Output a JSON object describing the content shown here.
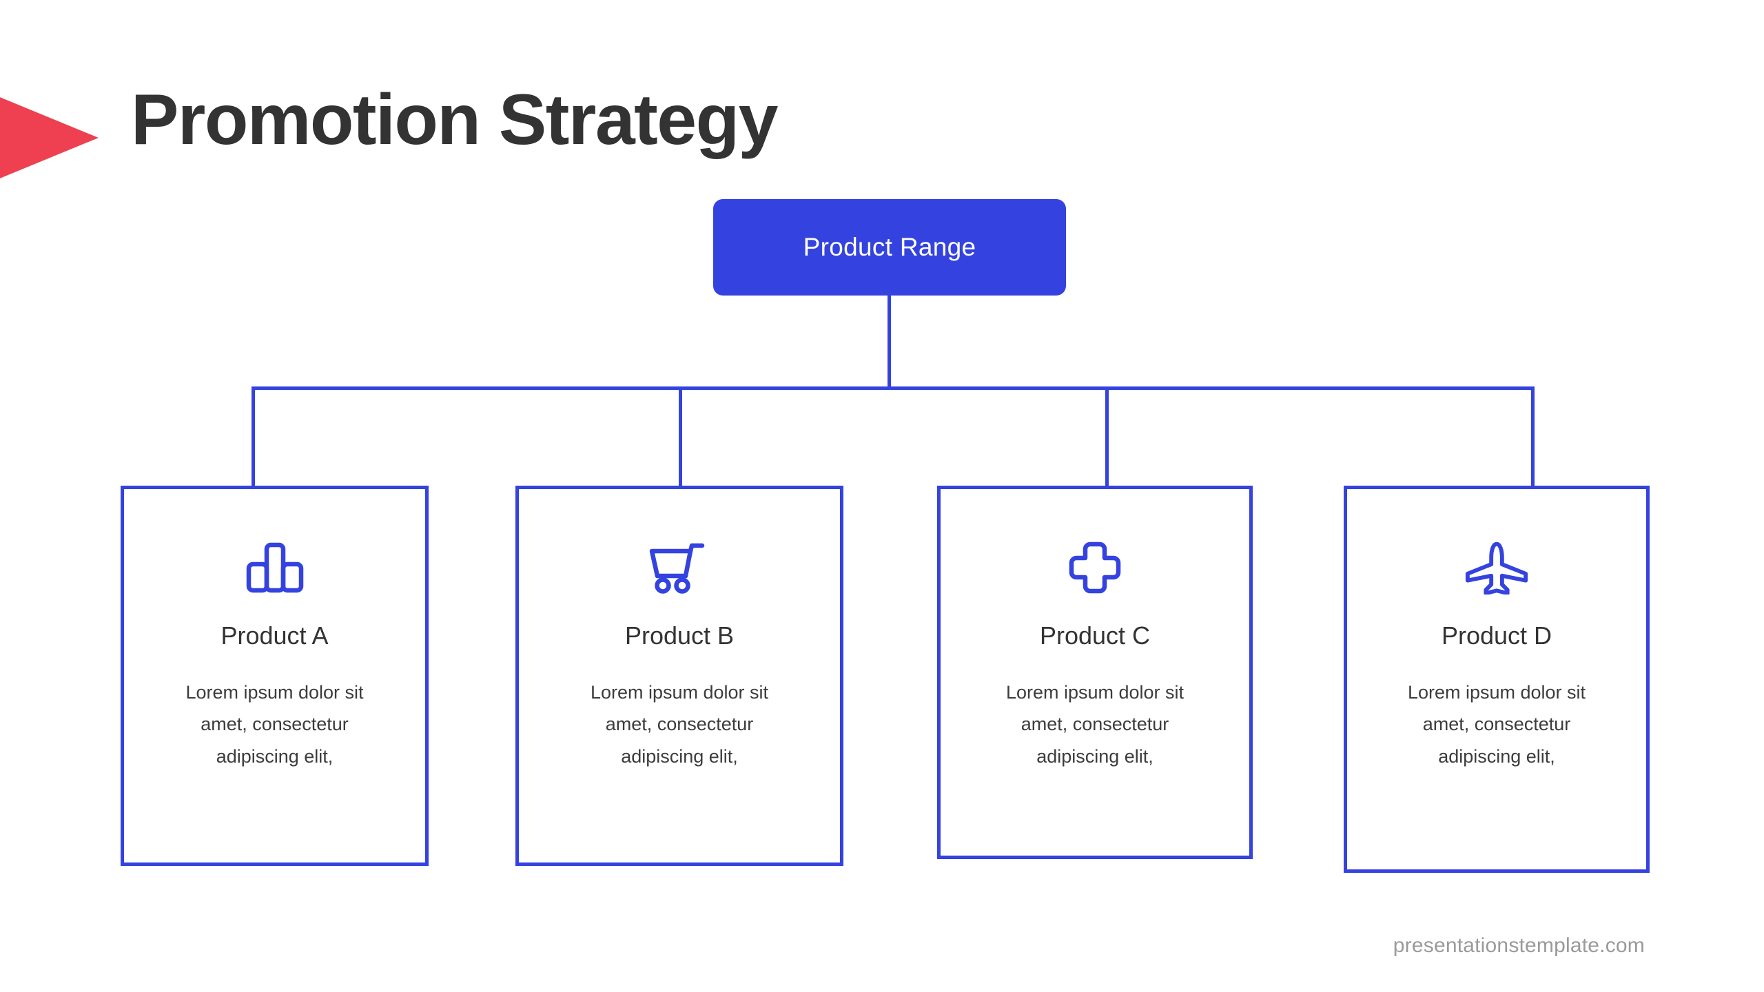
{
  "slide": {
    "title": "Promotion Strategy",
    "background_color": "#ffffff",
    "accent_color": "#ee4050",
    "brand_color": "#3443df",
    "text_color": "#333333"
  },
  "root_node": {
    "label": "Product Range",
    "background_color": "#3443df",
    "text_color": "#ffffff"
  },
  "cards": [
    {
      "icon": "bar-chart-podium-icon",
      "title": "Product A",
      "description": "Lorem ipsum dolor sit amet, consectetur adipiscing elit,"
    },
    {
      "icon": "shopping-cart-icon",
      "title": "Product B",
      "description": "Lorem ipsum dolor sit amet, consectetur adipiscing elit,"
    },
    {
      "icon": "plus-cross-icon",
      "title": "Product C",
      "description": "Lorem ipsum dolor sit amet, consectetur adipiscing elit,"
    },
    {
      "icon": "airplane-icon",
      "title": "Product D",
      "description": "Lorem ipsum dolor sit amet, consectetur adipiscing elit,"
    }
  ],
  "footer": {
    "credit": "presentationstemplate.com"
  }
}
